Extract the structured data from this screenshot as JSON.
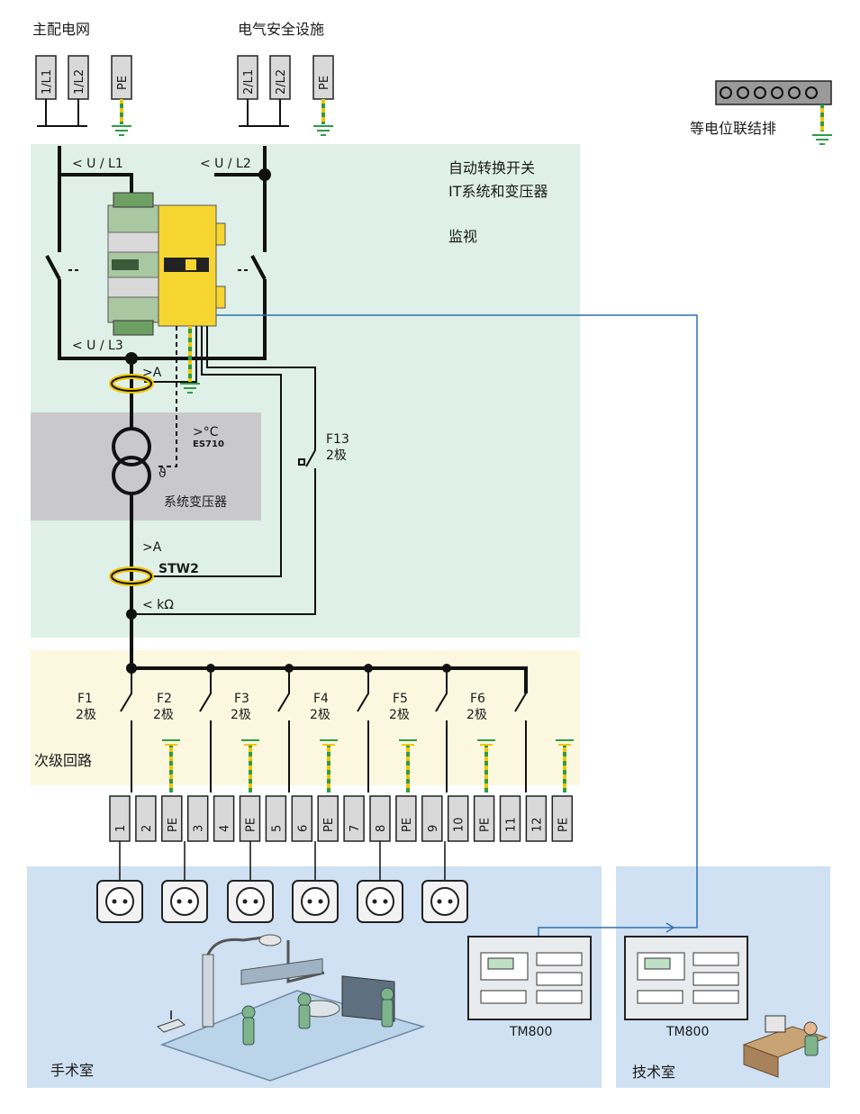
{
  "top": {
    "main_grid": {
      "label": "主配电网",
      "terminals": [
        "1/L1",
        "1/L2",
        "PE"
      ]
    },
    "safety": {
      "label": "电气安全设施",
      "terminals": [
        "2/L1",
        "2/L2",
        "PE"
      ]
    },
    "equipotential": {
      "label": "等电位联结排"
    }
  },
  "ats": {
    "title_lines": [
      "自动转换开关",
      "IT系统和变压器",
      "监视"
    ],
    "u_l1": "< U / L1",
    "u_l2": "< U / L2",
    "u_l3": "< U / L3"
  },
  "transformer": {
    "label": "系统变压器",
    "temp": ">°C",
    "es": "ES710",
    "theta": "ϑ",
    "current_top": ">A",
    "current_bottom": ">A",
    "stw": "STW2",
    "kohm": "< kΩ",
    "f13": "F13",
    "f13_poles": "2极"
  },
  "secondary": {
    "label": "次级回路",
    "breakers": [
      {
        "name": "F1",
        "poles": "2极"
      },
      {
        "name": "F2",
        "poles": "2极"
      },
      {
        "name": "F3",
        "poles": "2极"
      },
      {
        "name": "F4",
        "poles": "2极"
      },
      {
        "name": "F5",
        "poles": "2极"
      },
      {
        "name": "F6",
        "poles": "2极"
      }
    ],
    "terminals": [
      "1",
      "2",
      "PE",
      "3",
      "4",
      "PE",
      "5",
      "6",
      "PE",
      "7",
      "8",
      "PE",
      "9",
      "10",
      "PE",
      "11",
      "12",
      "PE"
    ]
  },
  "rooms": {
    "or": {
      "label": "手术室",
      "tm_label": "TM800"
    },
    "tech": {
      "label": "技术室",
      "tm_label": "TM800"
    }
  },
  "colors": {
    "panel_green": "#dff0e8",
    "panel_yellow": "#fbf8df",
    "panel_blue": "#cfe1f2",
    "panel_gray": "#c9c9cc",
    "earth_yellow": "#f2c500",
    "earth_green": "#2e9c46",
    "signal_blue": "#2f6fb0"
  }
}
